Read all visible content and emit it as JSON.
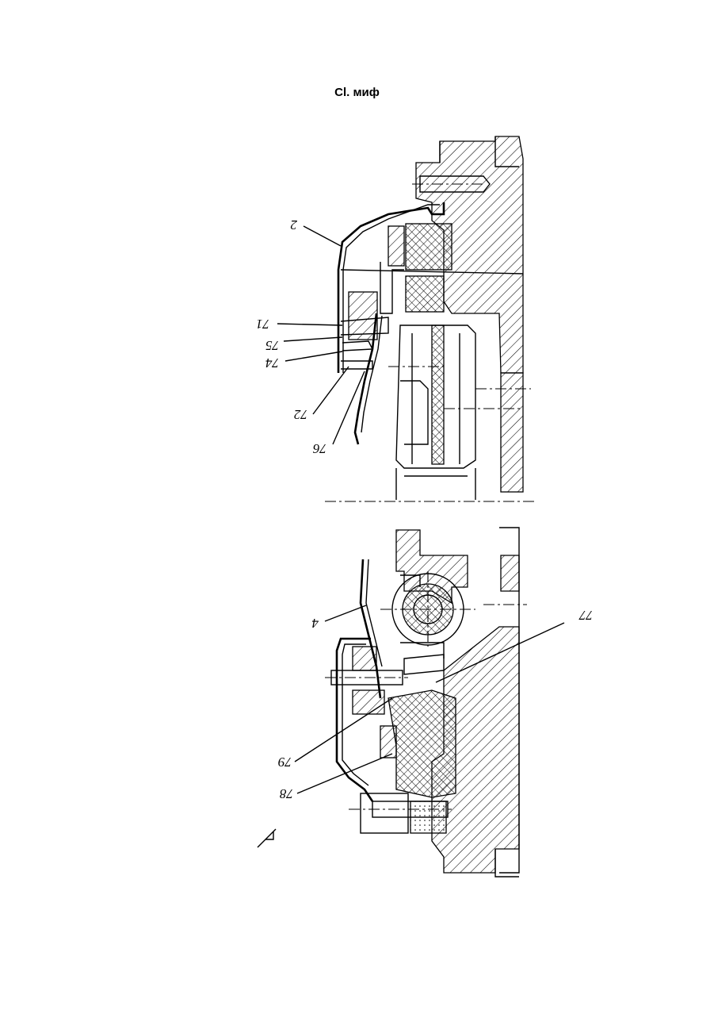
{
  "title": "Cl. миф",
  "labels": {
    "l2": "2",
    "l71": "71",
    "l75": "75",
    "l74": "74",
    "l72": "72",
    "l76": "76",
    "l4": "4",
    "l77": "77",
    "l79": "79",
    "l78": "78"
  }
}
